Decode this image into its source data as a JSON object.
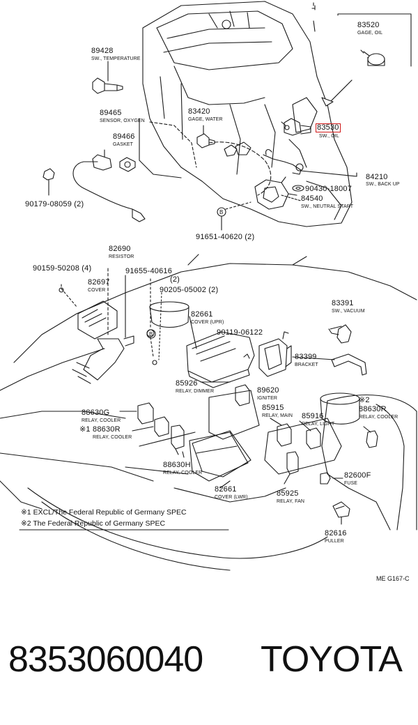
{
  "parts": [
    {
      "number": "83520",
      "desc": "GAGE, OIL"
    },
    {
      "number": "89428",
      "desc": "SW., TEMPERATURE"
    },
    {
      "number": "89465",
      "desc": "SENSOR, OXYGEN"
    },
    {
      "number": "89466",
      "desc": "GASKET"
    },
    {
      "number": "90179-08059 (2)",
      "desc": ""
    },
    {
      "number": "83420",
      "desc": "GAGE, WATER"
    },
    {
      "number": "83530",
      "desc": "SW., OIL"
    },
    {
      "number": "84210",
      "desc": "SW., BACK UP"
    },
    {
      "number": "90430-18007",
      "desc": ""
    },
    {
      "number": "84540",
      "desc": "SW., NEUTRAL START"
    },
    {
      "number": "91651-40620 (2)",
      "desc": ""
    },
    {
      "number": "82690",
      "desc": "RESISTOR"
    },
    {
      "number": "90159-50208 (4)",
      "desc": ""
    },
    {
      "number": "91655-40616",
      "desc": "(2)"
    },
    {
      "number": "82697",
      "desc": "COVER"
    },
    {
      "number": "90205-05002 (2)",
      "desc": ""
    },
    {
      "number": "83391",
      "desc": "SW., VACUUM"
    },
    {
      "number": "82661",
      "desc": "COVER (UPR)"
    },
    {
      "number": "90119-06122",
      "desc": ""
    },
    {
      "number": "83399",
      "desc": "BRACKET"
    },
    {
      "number": "85926",
      "desc": "RELAY, DIMMER"
    },
    {
      "number": "89620",
      "desc": "IGNITER"
    },
    {
      "number": "88630G",
      "desc": "RELAY, COOLER"
    },
    {
      "number": "85915",
      "desc": "RELAY, MAIN"
    },
    {
      "number": "85916",
      "desc": "RELAY, LIGHT"
    },
    {
      "number": "88630R",
      "desc": "RELAY, COOLER"
    },
    {
      "number": "88630R",
      "desc": "RELAY, COOLER"
    },
    {
      "number": "88630H",
      "desc": "RELAY, COOLER"
    },
    {
      "number": "82600F",
      "desc": "FUSE"
    },
    {
      "number": "82661",
      "desc": "COVER (LWR)"
    },
    {
      "number": "85925",
      "desc": "RELAY, FAN"
    },
    {
      "number": "82616",
      "desc": "PULLER"
    }
  ],
  "marks": {
    "one": "※1",
    "two": "※2"
  },
  "bolt_symbol": "B",
  "notes": [
    {
      "mark": "※1",
      "text": "EXCL/The Federal Republic of Germany SPEC"
    },
    {
      "mark": "※2",
      "text": "The Federal Republic of Germany SPEC"
    }
  ],
  "ref_code": "ME G167-C",
  "caption": {
    "part_number": "8353060040",
    "brand": "TOYOTA"
  },
  "highlight_color": "#d01818"
}
